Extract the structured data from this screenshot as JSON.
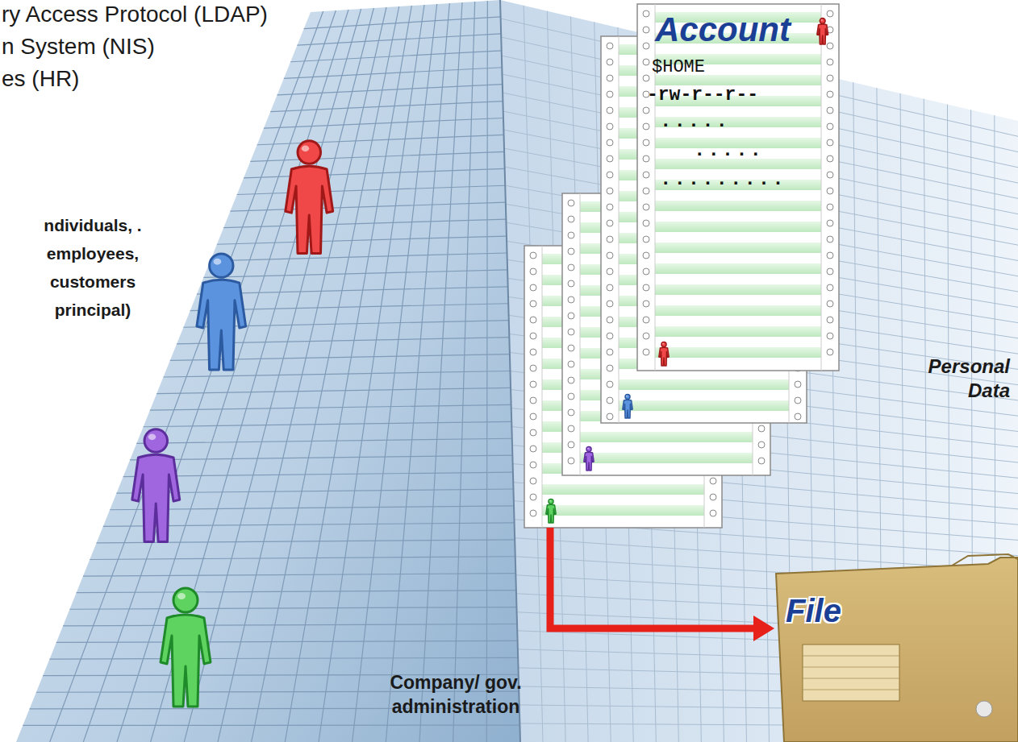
{
  "diagram": {
    "nodes": [
      {
        "text": [
          "Account",
          "$HOME",
          "-rw-r--r--",
          ".....",
          ".....",
          "........."
        ]
      },
      {
        "text": [
          "File"
        ]
      }
    ],
    "edges": [
      {
        "from": 0,
        "to": 1,
        "arrow": "to"
      }
    ],
    "labels": [
      "ry Access Protocol (LDAP)",
      "n System (NIS)",
      "es (HR)",
      "ndividuals, . employees, customers principal)",
      "Personal Data",
      "Company/ gov. administration"
    ]
  }
}
